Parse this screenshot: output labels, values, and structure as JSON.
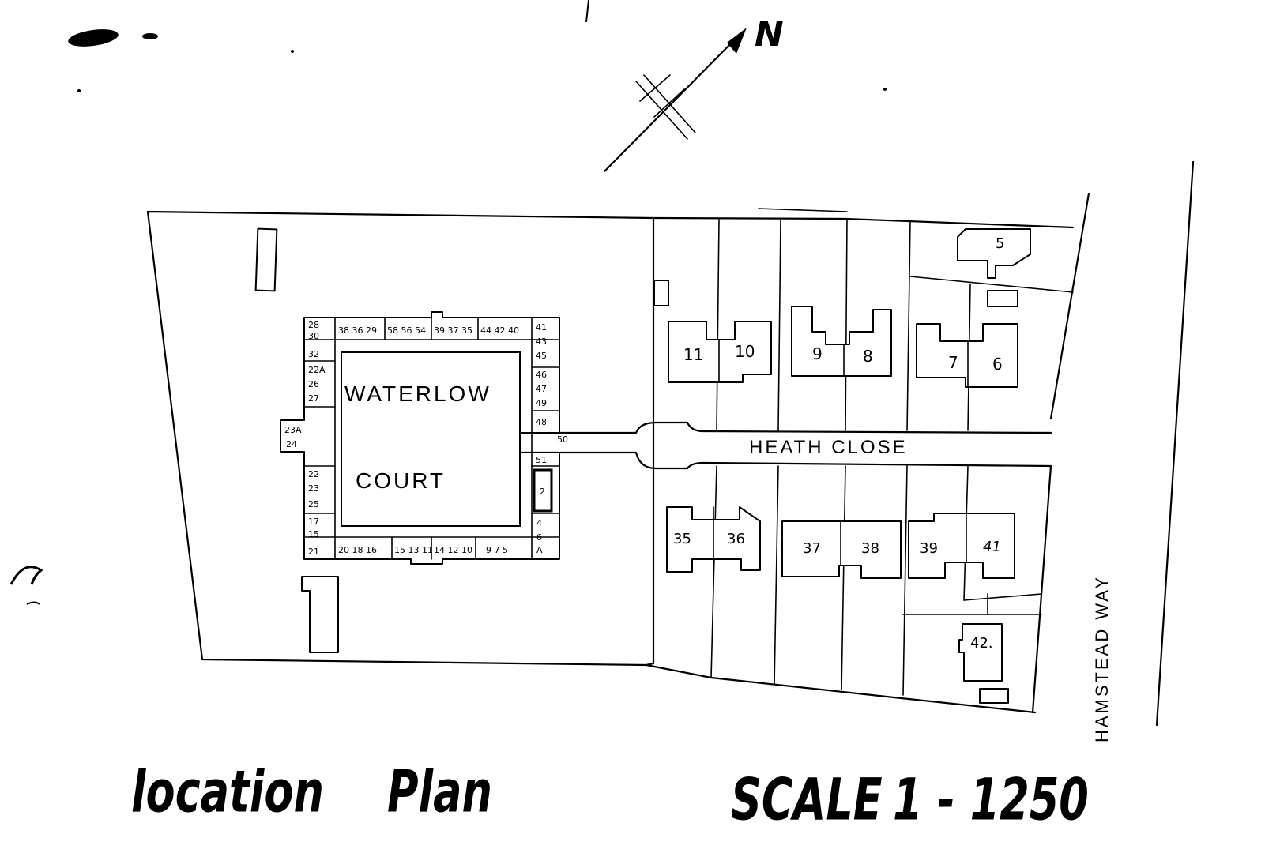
{
  "north_label": "N",
  "estate": {
    "name_line1": "WATERLOW",
    "name_line2": "COURT",
    "flat_numbers": {
      "top": [
        "38 36 29",
        "58 56 54",
        "39 37 35",
        "44 42 40"
      ],
      "left": [
        "28",
        "30",
        "32",
        "22A",
        "26",
        "27",
        "23A",
        "24",
        "22",
        "23",
        "25",
        "17",
        "15",
        "21"
      ],
      "right": [
        "41",
        "43",
        "45",
        "46",
        "47",
        "49",
        "48",
        "50",
        "51",
        "2",
        "4",
        "6",
        "A"
      ],
      "bottom": [
        "20 18 16",
        "15 13 11",
        "14 12 10",
        "9 7 5"
      ]
    }
  },
  "road_label": "HEATH CLOSE",
  "side_road_label": "HAMSTEAD WAY",
  "houses": {
    "north": [
      "11",
      "10",
      "9",
      "8",
      "7",
      "6",
      "5"
    ],
    "south": [
      "35",
      "36",
      "37",
      "38",
      "39",
      "41",
      "42."
    ]
  },
  "footer": {
    "title_word1": "location",
    "title_word2": "Plan",
    "scale_label": "SCALE",
    "scale_value": "1 - 1250"
  },
  "colors": {
    "ink": "#000000",
    "paper": "#ffffff"
  }
}
